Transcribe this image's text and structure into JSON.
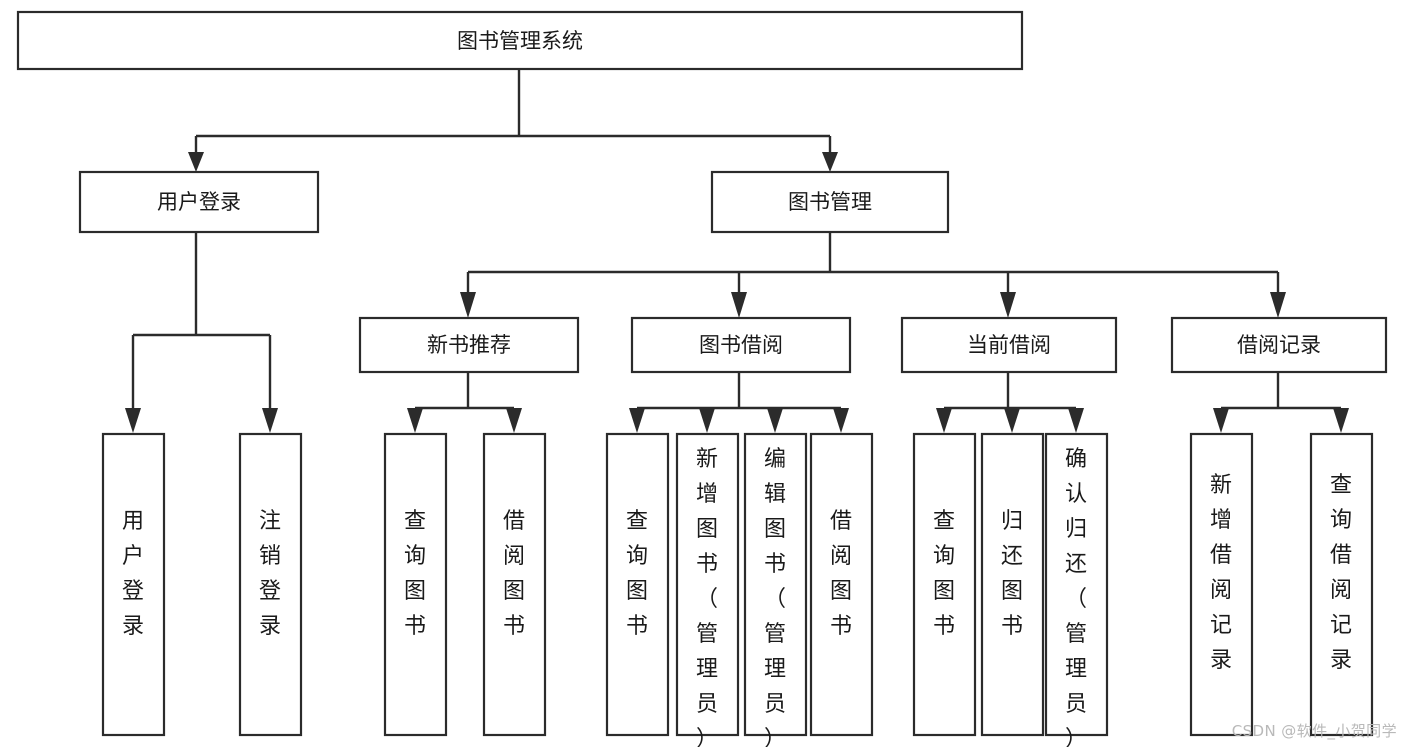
{
  "diagram": {
    "type": "tree-hierarchy",
    "title": "图书管理系统",
    "watermark": "CSDN @软件_小贺同学",
    "colors": {
      "stroke": "#2b2b2b",
      "fill": "#ffffff",
      "text": "#1a1a1a",
      "watermark": "#b9b9b9"
    },
    "levels": {
      "root": {
        "label": "图书管理系统"
      },
      "level2": [
        {
          "id": "user-login",
          "label": "用户登录"
        },
        {
          "id": "book-manage",
          "label": "图书管理"
        }
      ],
      "level3": [
        {
          "id": "new-book-recommend",
          "label": "新书推荐",
          "parent": "book-manage"
        },
        {
          "id": "book-borrow",
          "label": "图书借阅",
          "parent": "book-manage"
        },
        {
          "id": "current-borrow",
          "label": "当前借阅",
          "parent": "book-manage"
        },
        {
          "id": "borrow-record",
          "label": "借阅记录",
          "parent": "book-manage"
        }
      ],
      "leaves": [
        {
          "id": "leaf-user-login",
          "label": "用户登录",
          "parent": "user-login"
        },
        {
          "id": "leaf-user-logout",
          "label": "注销登录",
          "parent": "user-login"
        },
        {
          "id": "leaf-query-book-1",
          "label": "查询图书",
          "parent": "new-book-recommend"
        },
        {
          "id": "leaf-borrow-book-1",
          "label": "借阅图书",
          "parent": "new-book-recommend"
        },
        {
          "id": "leaf-query-book-2",
          "label": "查询图书",
          "parent": "book-borrow"
        },
        {
          "id": "leaf-add-book",
          "label": "新增图书（管理员）",
          "parent": "book-borrow"
        },
        {
          "id": "leaf-edit-book",
          "label": "编辑图书（管理员）",
          "parent": "book-borrow"
        },
        {
          "id": "leaf-borrow-book-2",
          "label": "借阅图书",
          "parent": "book-borrow"
        },
        {
          "id": "leaf-query-book-3",
          "label": "查询图书",
          "parent": "current-borrow"
        },
        {
          "id": "leaf-return-book",
          "label": "归还图书",
          "parent": "current-borrow"
        },
        {
          "id": "leaf-confirm-return",
          "label": "确认归还（管理员）",
          "parent": "current-borrow"
        },
        {
          "id": "leaf-add-record",
          "label": "新增借阅记录",
          "parent": "borrow-record"
        },
        {
          "id": "leaf-query-record",
          "label": "查询借阅记录",
          "parent": "borrow-record"
        }
      ]
    }
  }
}
